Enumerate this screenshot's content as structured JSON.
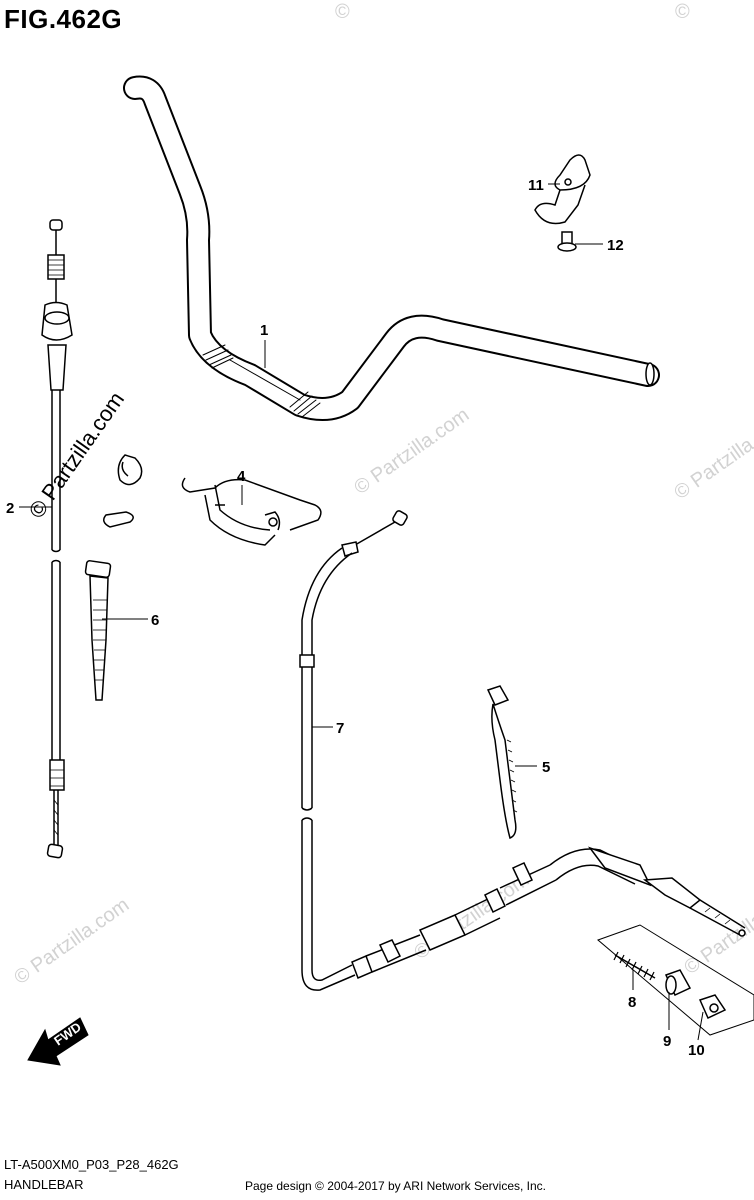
{
  "figure": {
    "title": "FIG.462G",
    "code": "LT-A500XM0_P03_P28_462G",
    "name": "HANDLEBAR"
  },
  "footer": {
    "copyright": "Page design © 2004-2017 by ARI Network Services, Inc."
  },
  "watermark": {
    "text": "© Partzilla.com",
    "symbol": "©"
  },
  "direction_marker": {
    "label": "FWD"
  },
  "callouts": {
    "c1": "1",
    "c2": "2",
    "c4": "4",
    "c5": "5",
    "c6": "6",
    "c7": "7",
    "c8": "8",
    "c9": "9",
    "c10": "10",
    "c11": "11",
    "c12": "12"
  },
  "colors": {
    "line": "#000000",
    "background": "#ffffff",
    "watermark": "#d2d2d2"
  }
}
